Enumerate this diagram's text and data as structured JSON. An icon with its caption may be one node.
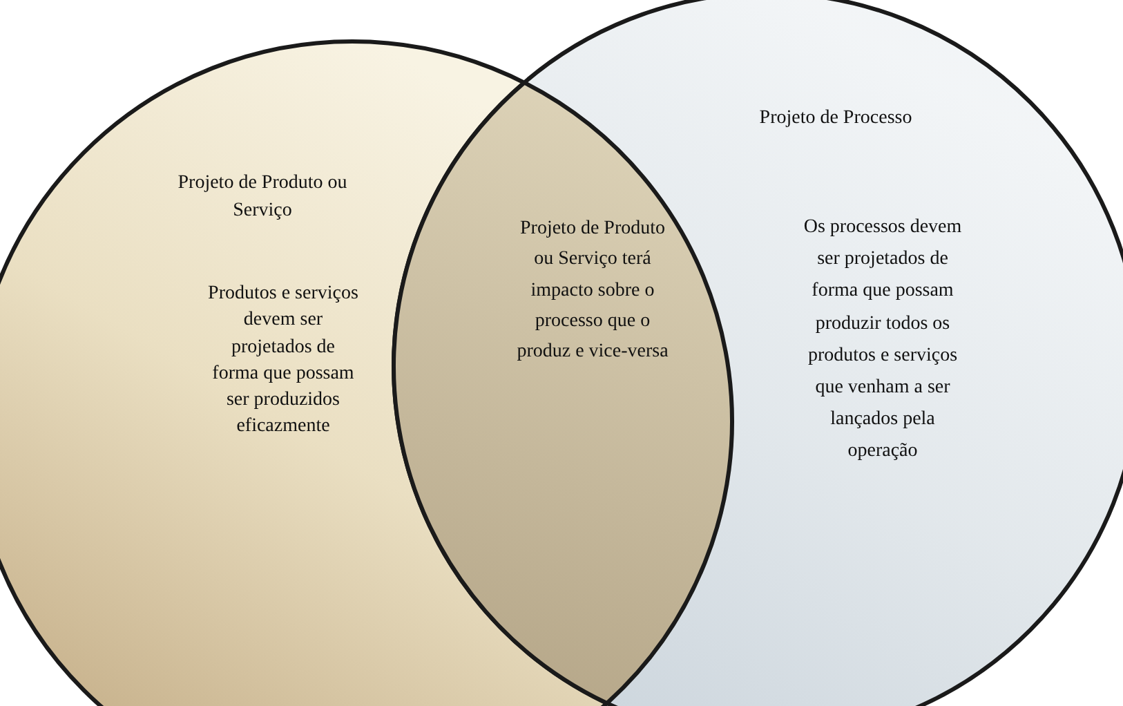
{
  "diagram": {
    "nodes": [
      {
        "text": [
          "Projeto de Produto ou Serviço",
          "Produtos e serviços devem ser projetados de forma que possam ser produzidos eficazmente"
        ]
      },
      {
        "text": [
          "Projeto de Processo",
          "Os processos devem ser projetados de forma que possam produzir todos os produtos e serviços que venham a ser lançados pela operação"
        ]
      },
      {
        "text": [
          "Projeto de Produto ou Serviço terá impacto sobre o processo que o produz e vice-versa"
        ]
      }
    ]
  }
}
